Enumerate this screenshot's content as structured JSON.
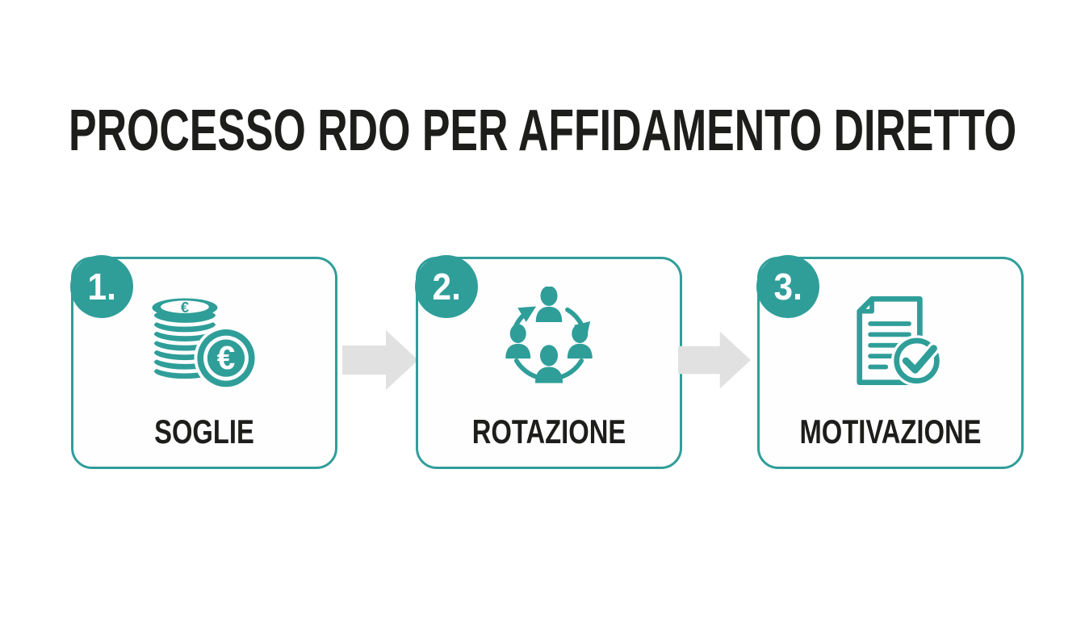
{
  "title": "PROCESSO RDO PER AFFIDAMENTO DIRETTO",
  "colors": {
    "accent": "#2f9e99",
    "text": "#1d1d1b",
    "arrow": "#e1e1e1",
    "background": "#ffffff"
  },
  "steps": [
    {
      "number": "1.",
      "label": "SOGLIE",
      "icon": "euro-coins-icon"
    },
    {
      "number": "2.",
      "label": "ROTAZIONE",
      "icon": "rotation-people-icon"
    },
    {
      "number": "3.",
      "label": "MOTIVAZIONE",
      "icon": "document-check-icon"
    }
  ],
  "connector_icon": "arrow-right-icon",
  "coin_symbol": "€"
}
